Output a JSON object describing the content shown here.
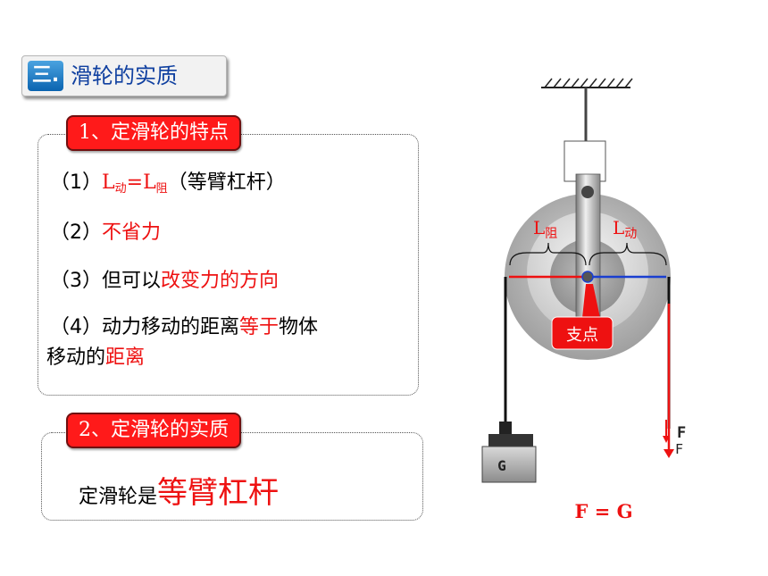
{
  "header": {
    "badge": "三.",
    "title": "滑轮的实质"
  },
  "section1": {
    "label": "1、定滑轮的特点",
    "items": [
      {
        "num": "（1）",
        "l1": "L",
        "l1_sub": "动",
        "eq": "=",
        "l2": "L",
        "l2_sub": "阻",
        "rest": "（等臂杠杆）"
      },
      {
        "num": "（2）",
        "red": "不省力"
      },
      {
        "num": "（3）",
        "plain": "但可以",
        "red": "改变力的方向"
      },
      {
        "num": "（4）",
        "plain": "动力移动的距离",
        "red": "等于",
        "plain2": "物体",
        "line2_plain": "移动的",
        "line2_red": "距离"
      }
    ]
  },
  "section2": {
    "label": "2、定滑轮的实质",
    "text_plain": "定滑轮是",
    "text_red": "等臂杠杆"
  },
  "diagram": {
    "label_l_resist": "L",
    "label_l_resist_sub": "阻",
    "label_l_effort": "L",
    "label_l_effort_sub": "动",
    "fulcrum": "支点",
    "weight": "G",
    "force_label_1": "F",
    "force_label_2": "F",
    "equation": "F = G",
    "colors": {
      "accent_red": "#ee1111",
      "lever_blue": "#1a3fd0"
    }
  }
}
